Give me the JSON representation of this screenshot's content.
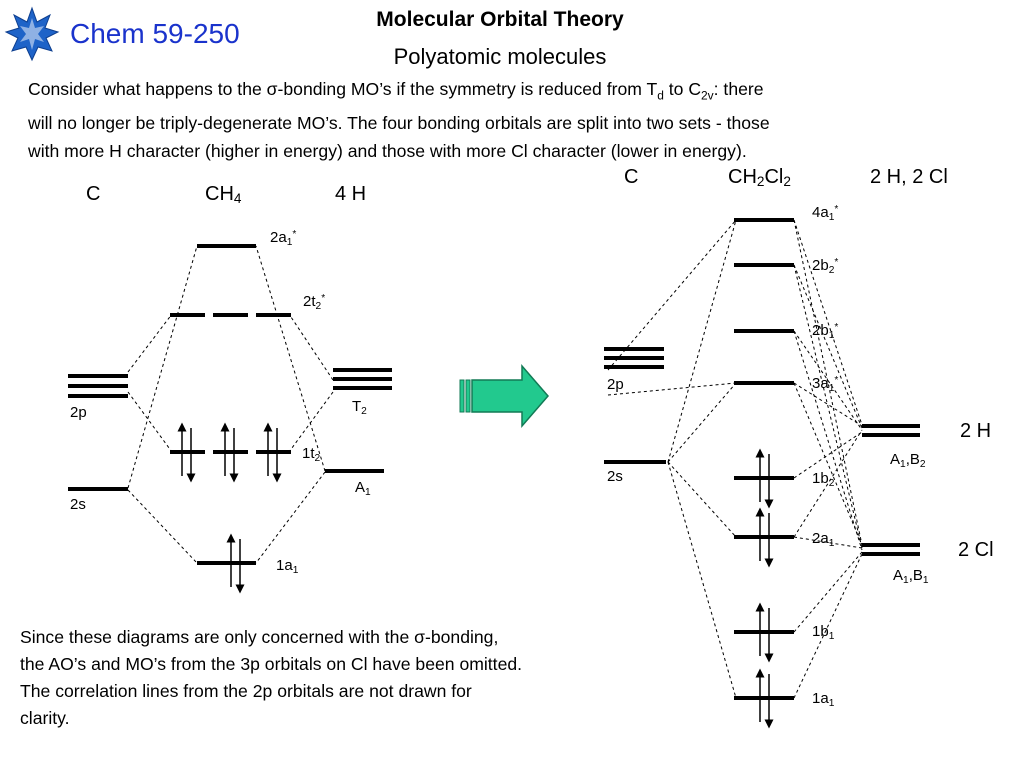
{
  "header": {
    "course": "Chem 59-250",
    "title": "Molecular Orbital Theory",
    "subtitle": "Polyatomic molecules"
  },
  "intro": {
    "line1_a": "Consider what happens to the ",
    "sigma": "σ",
    "line1_b": "-bonding MO’s if the symmetry is reduced from T",
    "td_sub": "d",
    "line1_c": " to C",
    "c2v_sub": "2v",
    "line1_d": ": there",
    "line2": "will no longer be triply-degenerate MO’s.  The four bonding orbitals are split into two sets - those",
    "line3": "with more H character (higher in energy) and those with more Cl character (lower in energy)."
  },
  "ch4_diagram": {
    "col_c": "C",
    "col_mol": "CH",
    "col_mol_sub": "4",
    "col_h": "4 H",
    "mo_2a1_star": {
      "main": "2a",
      "sub": "1",
      "sup": "*"
    },
    "mo_2t2_star": {
      "main": "2t",
      "sub": "2",
      "sup": "*"
    },
    "mo_1t2": {
      "main": "1t",
      "sub": "2"
    },
    "mo_1a1": {
      "main": "1a",
      "sub": "1"
    },
    "ao_2p": "2p",
    "ao_2s": "2s",
    "h_T2": {
      "main": "T",
      "sub": "2"
    },
    "h_A1": {
      "main": "A",
      "sub": "1"
    }
  },
  "ch2cl2_diagram": {
    "col_c": "C",
    "col_mol_a": "CH",
    "col_mol_sub1": "2",
    "col_mol_b": "Cl",
    "col_mol_sub2": "2",
    "col_sub": "2 H, 2 Cl",
    "mo_4a1_star": {
      "main": "4a",
      "sub": "1",
      "sup": "*"
    },
    "mo_2b2_star": {
      "main": "2b",
      "sub": "2",
      "sup": "*"
    },
    "mo_2b1_star": {
      "main": "2b",
      "sub": "1",
      "sup": "*"
    },
    "mo_3a1_star": {
      "main": "3a",
      "sub": "1",
      "sup": "*"
    },
    "mo_1b2": {
      "main": "1b",
      "sub": "2"
    },
    "mo_2a1": {
      "main": "2a",
      "sub": "1"
    },
    "mo_1b1": {
      "main": "1b",
      "sub": "1"
    },
    "mo_1a1": {
      "main": "1a",
      "sub": "1"
    },
    "ao_2p": "2p",
    "ao_2s": "2s",
    "h_label": "2 H",
    "h_sym": {
      "a": "A",
      "a_sub": "1",
      "sep": ",B",
      "b_sub": "2"
    },
    "cl_label": "2 Cl",
    "cl_sym": {
      "a": "A",
      "a_sub": "1",
      "sep": ",B",
      "b_sub": "1"
    }
  },
  "note": {
    "line1_a": "Since these diagrams are only concerned with the ",
    "sigma": "σ",
    "line1_b": "-bonding,",
    "line2": "the AO’s and MO’s from the 3p orbitals on Cl have been omitted.",
    "line3": "The correlation lines from the 2p orbitals are not drawn for",
    "line4": "clarity."
  },
  "colors": {
    "course_blue": "#1a33cc",
    "logo_blue": "#1e63c8",
    "arrow_green": "#22c98e",
    "arrow_outline": "#127a55"
  },
  "icons": {
    "logo": "maple-leaf-logo-icon",
    "arrow": "right-arrow-icon"
  }
}
